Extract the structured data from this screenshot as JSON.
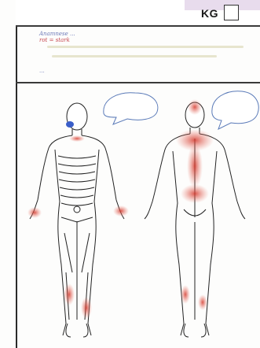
{
  "header": {
    "kg_label": "KG"
  },
  "notes": {
    "line1": "Anamnese ...",
    "line2": "rot = stark",
    "line3": "..."
  },
  "colors": {
    "pain_mark": "#d9473c",
    "pen_blue": "#4a5aa8",
    "pen_red": "#c0303a",
    "header_tint": "#e8dced"
  },
  "icons": [
    "front-body-figure",
    "back-body-figure",
    "speech-bubble"
  ]
}
